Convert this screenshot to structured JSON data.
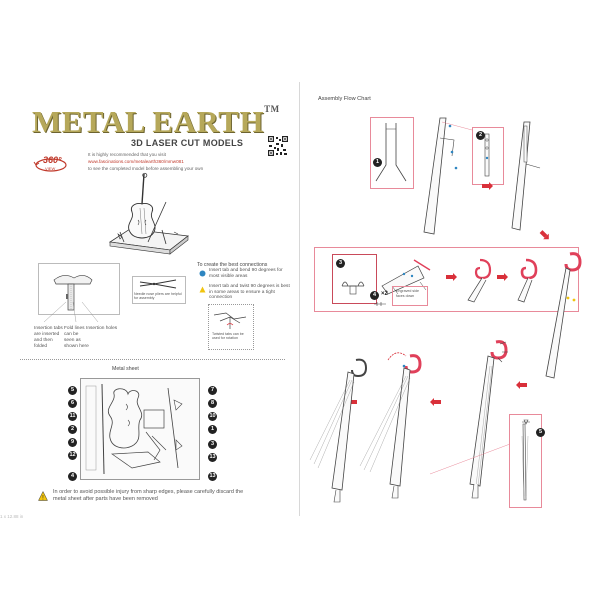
{
  "left_page": {
    "logo_text": "METAL EARTH",
    "trademark": "TM",
    "subtitle": "3D LASER CUT MODELS",
    "badge_360": "360°",
    "badge_view": "VIEW",
    "intro_lines": [
      "It is highly recommended that you visit",
      "www.fascinations.com/metalearth360/mmw081",
      "to see the completed model before assembling your own"
    ],
    "tools_caption": "Needle nose pliers are helpful for assembly",
    "labels": {
      "insertion_tabs": "Insertion tabs are inserted and then folded",
      "fold_lines": "Fold lines can be seen as shown here",
      "insertion_holes": "Insertion holes"
    },
    "connections_title": "To create the best connections",
    "connection_tips": [
      {
        "color": "#2e86c1",
        "text": "Insert tab and bend 90 degrees for most visible areas"
      },
      {
        "color": "#f1c40f",
        "text": "Insert tab and twist 90 degrees is best in some areas to ensure a tight connection"
      }
    ],
    "twist_caption": "Twisted tabs can be used for rotation",
    "metal_sheet_title": "Metal sheet",
    "sheet_numbers_left": [
      "5",
      "6",
      "11",
      "2",
      "9",
      "12",
      "4"
    ],
    "sheet_numbers_right": [
      "7",
      "8",
      "10",
      "1",
      "3",
      "13",
      "13"
    ],
    "warning": "In order to avoid possible injury from sharp edges, please carefully discard the metal sheet after parts have been removed"
  },
  "right_page": {
    "flow_title": "Assembly Flow Chart",
    "step_numbers": [
      "1",
      "2",
      "3",
      "4",
      "5"
    ],
    "step4_multiplier": "×2",
    "step3_caption": "Engraved side faces down",
    "highlight_color": "#e0405a",
    "arrow_color": "#d9303a"
  },
  "footer": {
    "dimension_note": "1 x 12.88 in"
  }
}
